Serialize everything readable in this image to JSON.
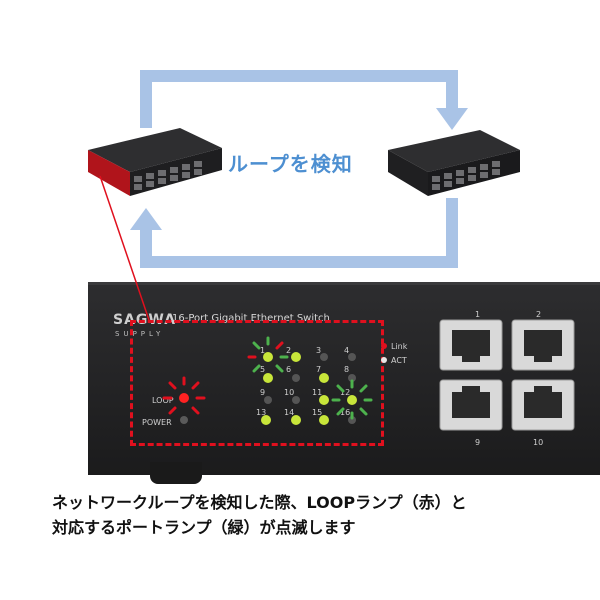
{
  "diagram": {
    "loop_label": "ループを検知"
  },
  "switch": {
    "brand": "SAGWA",
    "brand_sub": "SUPPLY",
    "model": "16-Port Gigabit Ethernet Switch",
    "led_labels": {
      "loop": "LOOP",
      "power": "POWER",
      "link": "Link",
      "act": "ACT"
    },
    "port_leds": [
      "1",
      "2",
      "3",
      "4",
      "5",
      "6",
      "7",
      "8",
      "9",
      "10",
      "11",
      "12",
      "13",
      "14",
      "15",
      "16"
    ],
    "rj45_labels": [
      "1",
      "2",
      "9",
      "10"
    ],
    "colors": {
      "loop_red": "#e0101e",
      "port_green": "#c8e63a",
      "arrow_blue": "#a9c3e6"
    }
  },
  "caption": {
    "line1": "ネットワークループを検知した際、LOOPランプ（赤）と",
    "line2": "対応するポートランプ（緑）が点滅します"
  }
}
